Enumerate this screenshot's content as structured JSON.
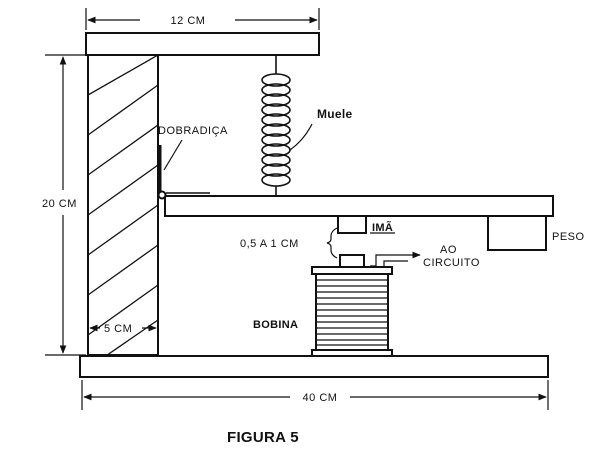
{
  "labels": {
    "dim_top": "12 CM",
    "dim_left": "20 CM",
    "dim_bottom": "40 CM",
    "dim_post": "5 CM",
    "gap": "0,5 A 1 CM",
    "dobradica": "DOBRADIÇA",
    "muele": "Muele",
    "ima": "IMÃ",
    "peso": "PESO",
    "ao": "AO",
    "circuito": "CIRCUITO",
    "bobina": "BOBINA",
    "figure": "FIGURA 5"
  }
}
